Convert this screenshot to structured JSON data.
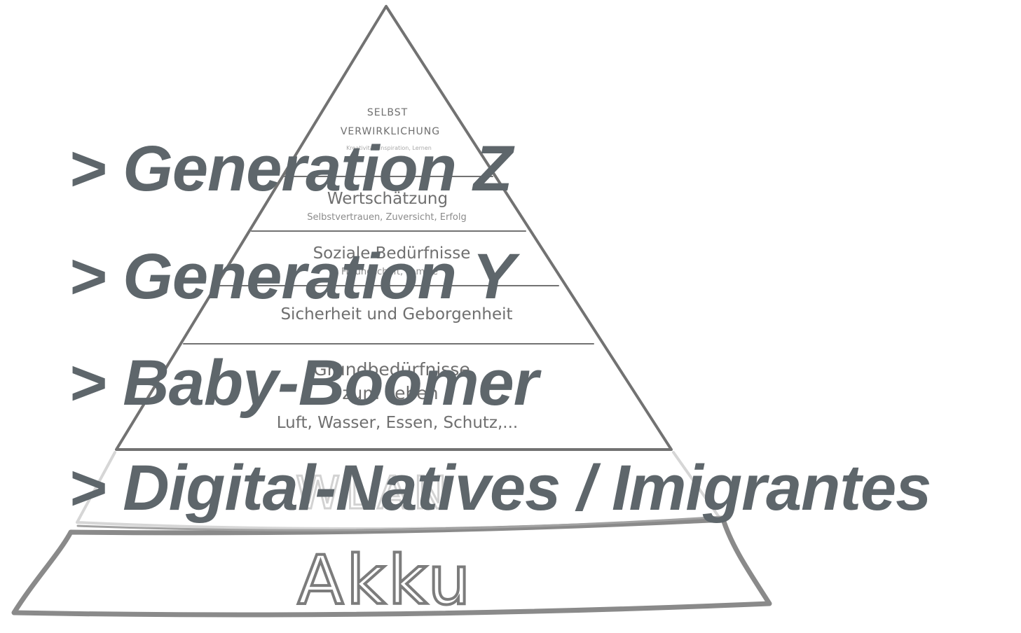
{
  "pyramid": {
    "levels": [
      {
        "title_lines": [
          "SELBST",
          "VERWIRKLICHUNG"
        ],
        "subtitle": "Kreativität, Inspiration, Lernen"
      },
      {
        "title": "Wertschätzung",
        "subtitle": "Selbstvertrauen, Zuversicht, Erfolg"
      },
      {
        "title": "Soziale Bedürfnisse",
        "subtitle": "Freundschaft, Familie"
      },
      {
        "title": "Sicherheit und Geborgenheit"
      },
      {
        "title_lines": [
          "Grundbedürfnisse",
          "zum Leben"
        ],
        "subtitle": "Luft, Wasser, Essen, Schutz,..."
      }
    ],
    "hand_drawn": {
      "wlan": "WLAN",
      "akku": "Akku"
    }
  },
  "overlay": {
    "lines": [
      "> Generation Z",
      "> Generation Y",
      "> Baby-Boomer",
      "> Digital-Natives / Imigrantes"
    ]
  },
  "colors": {
    "overlay_text": "#5e666b",
    "pyramid_lines": "#727272",
    "sketch_lines": "#8a8a8a",
    "faint_sketch": "#d6d6d6"
  }
}
